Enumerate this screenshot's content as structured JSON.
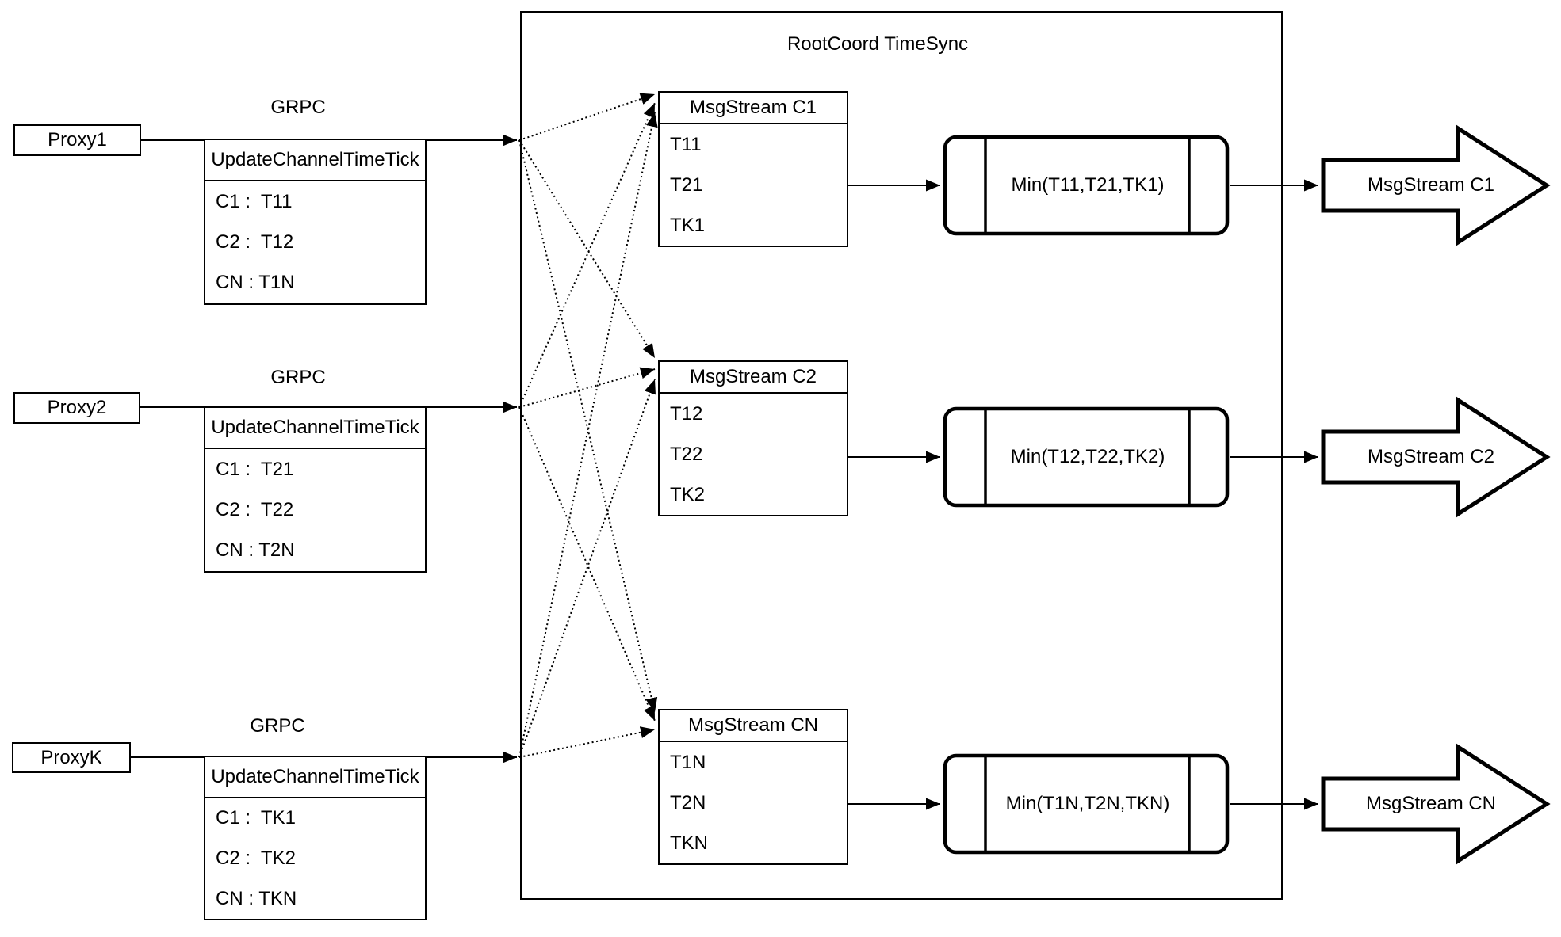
{
  "rootcoord": {
    "title": "RootCoord TimeSync"
  },
  "rows": [
    {
      "proxy_label": "Proxy1",
      "grpc_label": "GRPC",
      "table_header": "UpdateChannelTimeTick",
      "table_rows": [
        "C1 :  T11",
        "C2 :  T12",
        "CN : T1N"
      ],
      "msgstream_header": "MsgStream C1",
      "msgstream_rows": [
        "T11",
        "T21",
        "TK1"
      ],
      "min_label": "Min(T11,T21,TK1)",
      "output_label": "MsgStream C1"
    },
    {
      "proxy_label": "Proxy2",
      "grpc_label": "GRPC",
      "table_header": "UpdateChannelTimeTick",
      "table_rows": [
        "C1 :  T21",
        "C2 :  T22",
        "CN : T2N"
      ],
      "msgstream_header": "MsgStream C2",
      "msgstream_rows": [
        "T12",
        "T22",
        "TK2"
      ],
      "min_label": "Min(T12,T22,TK2)",
      "output_label": "MsgStream C2"
    },
    {
      "proxy_label": "ProxyK",
      "grpc_label": "GRPC",
      "table_header": "UpdateChannelTimeTick",
      "table_rows": [
        "C1 :  TK1",
        "C2 :  TK2",
        "CN : TKN"
      ],
      "msgstream_header": "MsgStream CN",
      "msgstream_rows": [
        "T1N",
        "T2N",
        "TKN"
      ],
      "min_label": "Min(T1N,T2N,TKN)",
      "output_label": "MsgStream CN"
    }
  ]
}
